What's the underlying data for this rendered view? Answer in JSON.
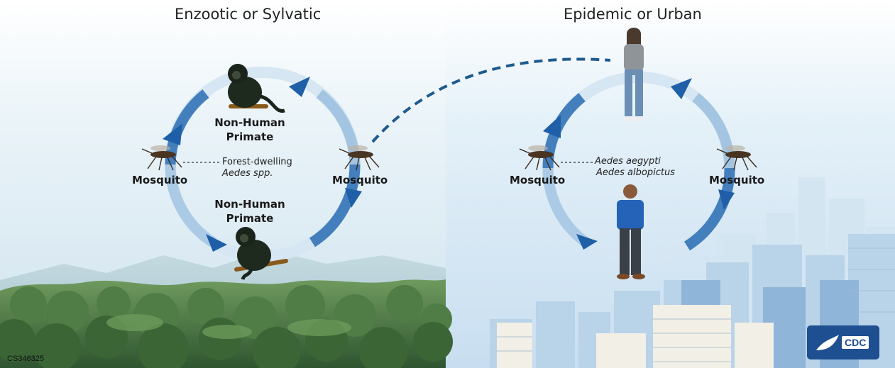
{
  "titles": {
    "sylvatic": "Enzootic or Sylvatic",
    "urban": "Epidemic or Urban"
  },
  "sylvatic_cycle": {
    "top_host": "Non-Human\nPrimate",
    "bottom_host": "Non-Human\nPrimate",
    "left_vector": "Mosquito",
    "right_vector": "Mosquito",
    "vector_note_line1": "Forest-dwelling",
    "vector_note_line2": "Aedes spp."
  },
  "urban_cycle": {
    "left_vector": "Mosquito",
    "right_vector": "Mosquito",
    "vector_note_line1": "Aedes aegypti",
    "vector_note_line2": "Aedes albopictus"
  },
  "footer": {
    "code": "CS346325",
    "logo_text": "CDC"
  },
  "icons": {
    "host_left": "monkey-icon",
    "host_right": "human-icon",
    "vector": "mosquito-icon",
    "logo": "cdc-logo"
  },
  "colors": {
    "arrow": "#1f5fa8",
    "forest": "#3f6b3a",
    "sky": "#e6f1f8",
    "city": "#bcd6ea",
    "title": "#222222"
  }
}
